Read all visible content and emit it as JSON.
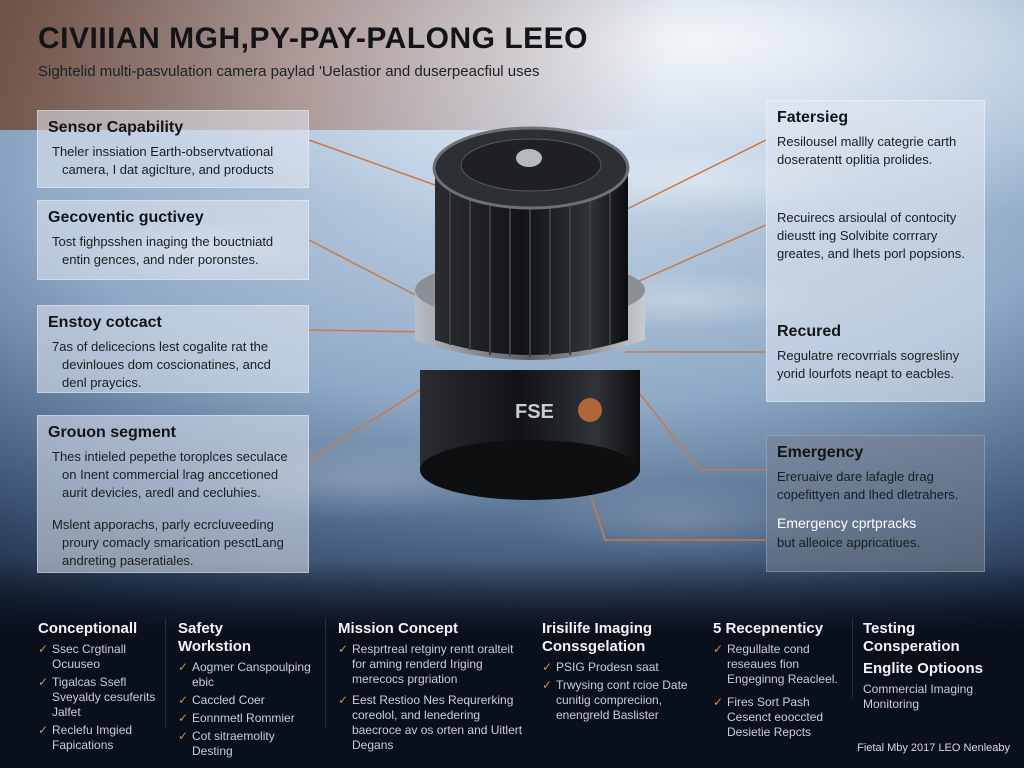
{
  "title": "CIVIIIAN MGH,PY-PAY-PALONG LEEO",
  "subtitle": "Sightelid multi-pasvulation camera paylad 'Uelastior and duserpeacfiul uses",
  "left_panels": [
    {
      "heading": "Sensor Capability",
      "bullets": [
        "Theler inssiation Earth-observtvational camera, I dat agicIture, and products"
      ]
    },
    {
      "heading": "Gecoventic guctivey",
      "bullets": [
        "Tost fighpsshen inaging the bouctniatd entin gences, and nder poronstes."
      ]
    },
    {
      "heading": "Enstoy cotcact",
      "bullets": [
        "7as of delicecions lest cogalite rat the devinloues dom coscionatines, ancd denl praycics."
      ]
    },
    {
      "heading": "Grouon segment",
      "bullets": [
        "Thes intieled pepethe toroplces seculace on Inent commercial lrag anccetioned aurit devicies, aredl and cecluhies.",
        "Mslent apporachs, parly ecrcluveeding proury comacly smarication pesctLang andreting paseratiales."
      ]
    }
  ],
  "right_panel": {
    "heading1": "Fatersieg",
    "text1": "Resilousel mallly categrie carth doseratentt oplitia prolides.",
    "text2": "Recuirecs arsioulal of contocity dieustt ing Solvibite corrrary greates, and lhets porl popsions.",
    "heading2": "Recured",
    "text3": "Regulatre recovrrials sogresliny yorid lourfots neapt to eacbles."
  },
  "emergency_panel": {
    "heading": "Emergency",
    "text1": "Ereruaive dare lafagle drag copefittyen and lhed dletrahers.",
    "subheading": "Emergency cprtpracks",
    "text2": "but alleoice appricatiues."
  },
  "satellite_label": "FSE",
  "bottom_columns": [
    {
      "heading": "Conceptionall",
      "items": [
        "Ssec Crgtinall Ocuuseo",
        "Tigalcas Ssefl Sveyaldy cesuferits Jalfet",
        "Reclefu Imgied Fapications"
      ]
    },
    {
      "heading": "Safety Workstion",
      "items": [
        "Aogmer Canspoulping ebic",
        "Caccled Coer",
        "Eonnmetl Rommier",
        "Cot sitraemolity Desting"
      ]
    },
    {
      "heading": "Mission Concept",
      "items": [
        "Resprtreal retginy rentt oralteit for aming renderd Iriging merecocs prgriation",
        "Eest Restioo Nes Requrerking coreolol, and lenedering baecroce av os orten and Uitlert Degans"
      ]
    },
    {
      "heading": "Irisilife Imaging Conssgelation",
      "items": [
        "PSIG Prodesn saat",
        "Trwysing cont rcioe Date cunitig compreciion, enengreld Baslister"
      ]
    },
    {
      "heading": "5 Recepnenticy",
      "items": [
        "Regullalte cond reseaues fion Engeginng Reacleel.",
        "Fires Sort Pash Cesenct eooccted Desietie Repcts"
      ]
    },
    {
      "heading": "Testing Consperation",
      "heading2": "Englite Optioons",
      "text": "Commercial Imaging Monitoring"
    }
  ],
  "footer": "Fietal Mby 2017 LEO Nenleaby",
  "colors": {
    "connector": "#c87a4a",
    "check": "#d08a4e",
    "panel_text": "#1a1d22"
  }
}
